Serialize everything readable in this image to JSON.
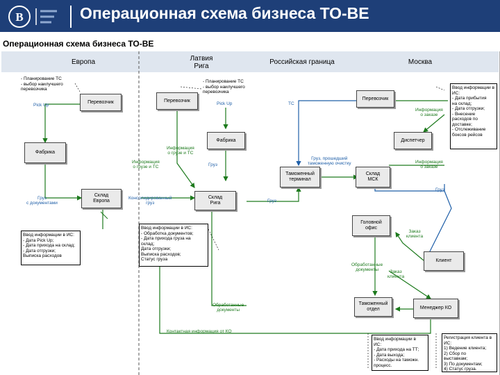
{
  "header": {
    "title": "Операционная схема бизнеса ТО-ВЕ",
    "colors": {
      "bar": "#1e3f78",
      "lane_bg": "#dfe6ef"
    }
  },
  "diagram": {
    "title": "Операционная схема бизнеса ТО-ВЕ",
    "zones": {
      "europe": "Европа",
      "latvia": "Латвия\nРига",
      "border": "Российская граница",
      "moscow": "Москва"
    },
    "boxes": {
      "carrier_eu": "Перевозчик",
      "factory_eu": "Фабрика",
      "warehouse_eu": "Склад\nЕвропа",
      "carrier_lv": "Перевозчик",
      "factory_lv": "Фабрика",
      "warehouse_riga": "Склад\nРига",
      "customs_terminal": "Таможенный\nтерминал",
      "warehouse_msk": "Склад\nМСК",
      "carrier_msk": "Перевозчик",
      "dispatcher": "Диспетчер",
      "head_office": "Головной\nофис",
      "client": "Клиент",
      "customs_dept": "Таможенный\nотдел",
      "manager_ko": "Менеджер КО"
    },
    "notes": {
      "planning_eu": "- Планирование ТС\n- выбор наилучшего\nперевозчика",
      "planning_lv": "- Планирование ТС\n- выбор наилучшего\nперевозчика",
      "input_eu": "Ввод информации в ИС:\n- Дата Pick Up;\n- Дата прихода на склад;\n- Дата отгрузки;\nВыписка расходов",
      "input_riga": "Ввод информации в ИС:\n- Обработка документов;\n- Дата прихода груза на\nсклад;\nДата отгрузки;\nВыписка расходов;\nСтатус груза",
      "input_msk": "Ввод информации в\nИС:\n- Дата прибытия\nна склад;\n- Дата отгрузки;\n- Внесение\nрасходов по\nдоставке;\n- Отслеживание\nбоксов рейсов",
      "input_customs": "Ввод информации в\nИС:\n- Дата прихода на ТТ;\n- Дата выхода;\n- Расходы на таможн.\nпроцесс.",
      "input_ko": "Регистрация клиента в\nИС:\n1) Ведение клиента;\n2) Сбор по\nвыставкам;\n3) По документам;\n4) Статус груза."
    },
    "labels": {
      "pick_up_eu": "Pick Up",
      "pick_up_lv": "Pick Up",
      "ts": "ТС",
      "order_info_1": "Информация\nо заказе",
      "cargo_info_riga": "Информация\nо грузе и ТС",
      "cargo_info_eu": "Информация\nо грузе и ТС",
      "cargo_lv": "Груз",
      "cargo_cleared": "Груз, прошедший\nтаможенную очистку",
      "order_info_2": "Информация\nо заказе",
      "cargo_docs": "Груз\nс документами",
      "consolidated": "Консолидированный\nгруз",
      "cargo_riga_out": "Груз",
      "cargo_msk": "Груз",
      "client_order": "Заказ\nклиента",
      "processed_docs_1": "Обработанные\nдокументы",
      "client_order_2": "Заказ\nклиента",
      "processed_docs_2": "Обработанные\nдокументы",
      "contact_info": "Контактная информация от КО"
    }
  }
}
